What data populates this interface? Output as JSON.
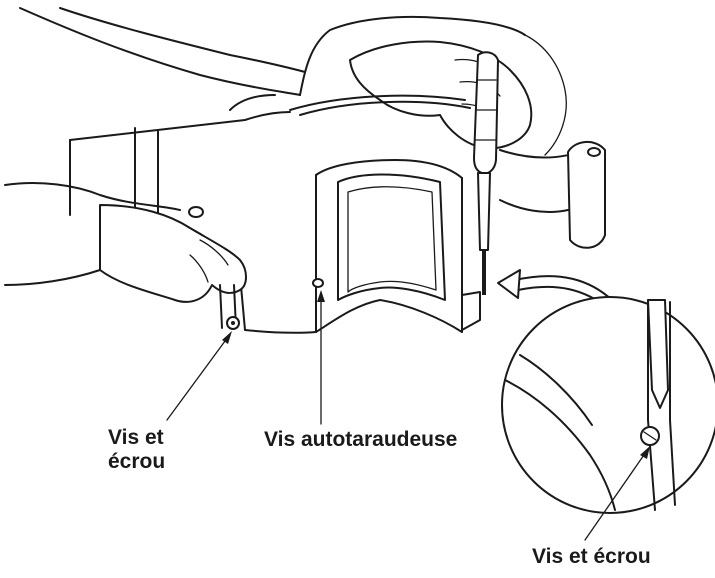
{
  "labels": {
    "left_line1": "Vis et",
    "left_line2": "écrou",
    "middle": "Vis autotaraudeuse",
    "right": "Vis et écrou"
  },
  "colors": {
    "line": "#1a1a1a",
    "background": "#ffffff"
  }
}
